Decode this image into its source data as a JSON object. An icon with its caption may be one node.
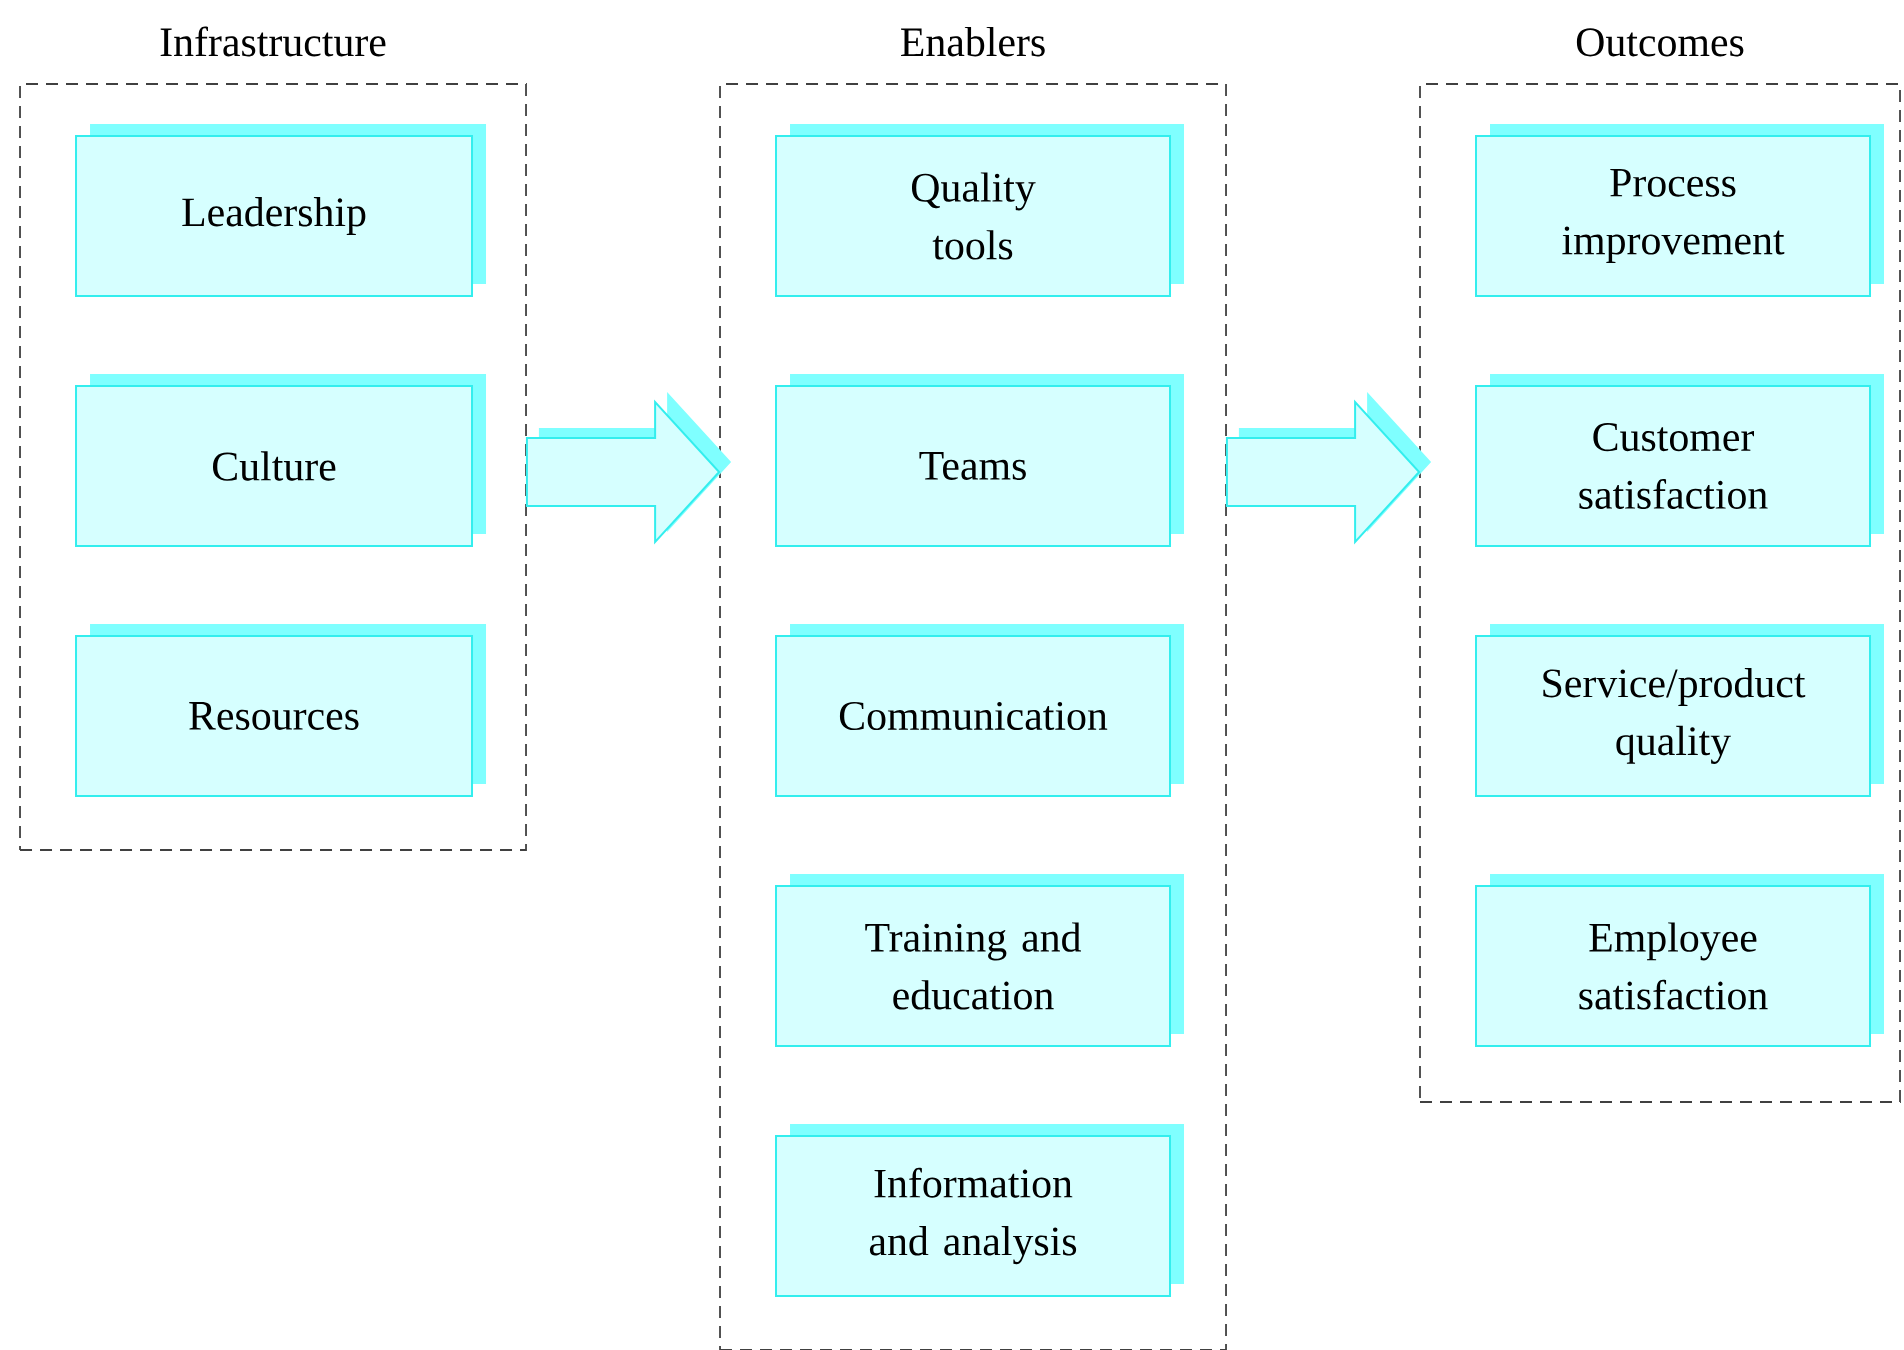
{
  "diagram": {
    "nodes": [
      {
        "text": [
          "Infrastructure"
        ]
      },
      {
        "text": [
          "Leadership"
        ],
        "in": 0
      },
      {
        "text": [
          "Culture"
        ],
        "in": 0
      },
      {
        "text": [
          "Resources"
        ],
        "in": 0
      },
      {
        "text": [
          "Enablers"
        ]
      },
      {
        "text": [
          "Quality tools"
        ],
        "in": 4
      },
      {
        "text": [
          "Teams"
        ],
        "in": 4
      },
      {
        "text": [
          "Communication"
        ],
        "in": 4
      },
      {
        "text": [
          "Training and education"
        ],
        "in": 4
      },
      {
        "text": [
          "Information and analysis"
        ],
        "in": 4
      },
      {
        "text": [
          "Outcomes"
        ]
      },
      {
        "text": [
          "Process improvement"
        ],
        "in": 10
      },
      {
        "text": [
          "Customer satisfaction"
        ],
        "in": 10
      },
      {
        "text": [
          "Service/product quality"
        ],
        "in": 10
      },
      {
        "text": [
          "Employee satisfaction"
        ],
        "in": 10
      }
    ],
    "edges": [
      {
        "from": 0,
        "to": 4,
        "arrow": "to"
      },
      {
        "from": 4,
        "to": 10,
        "arrow": "to"
      }
    ]
  }
}
